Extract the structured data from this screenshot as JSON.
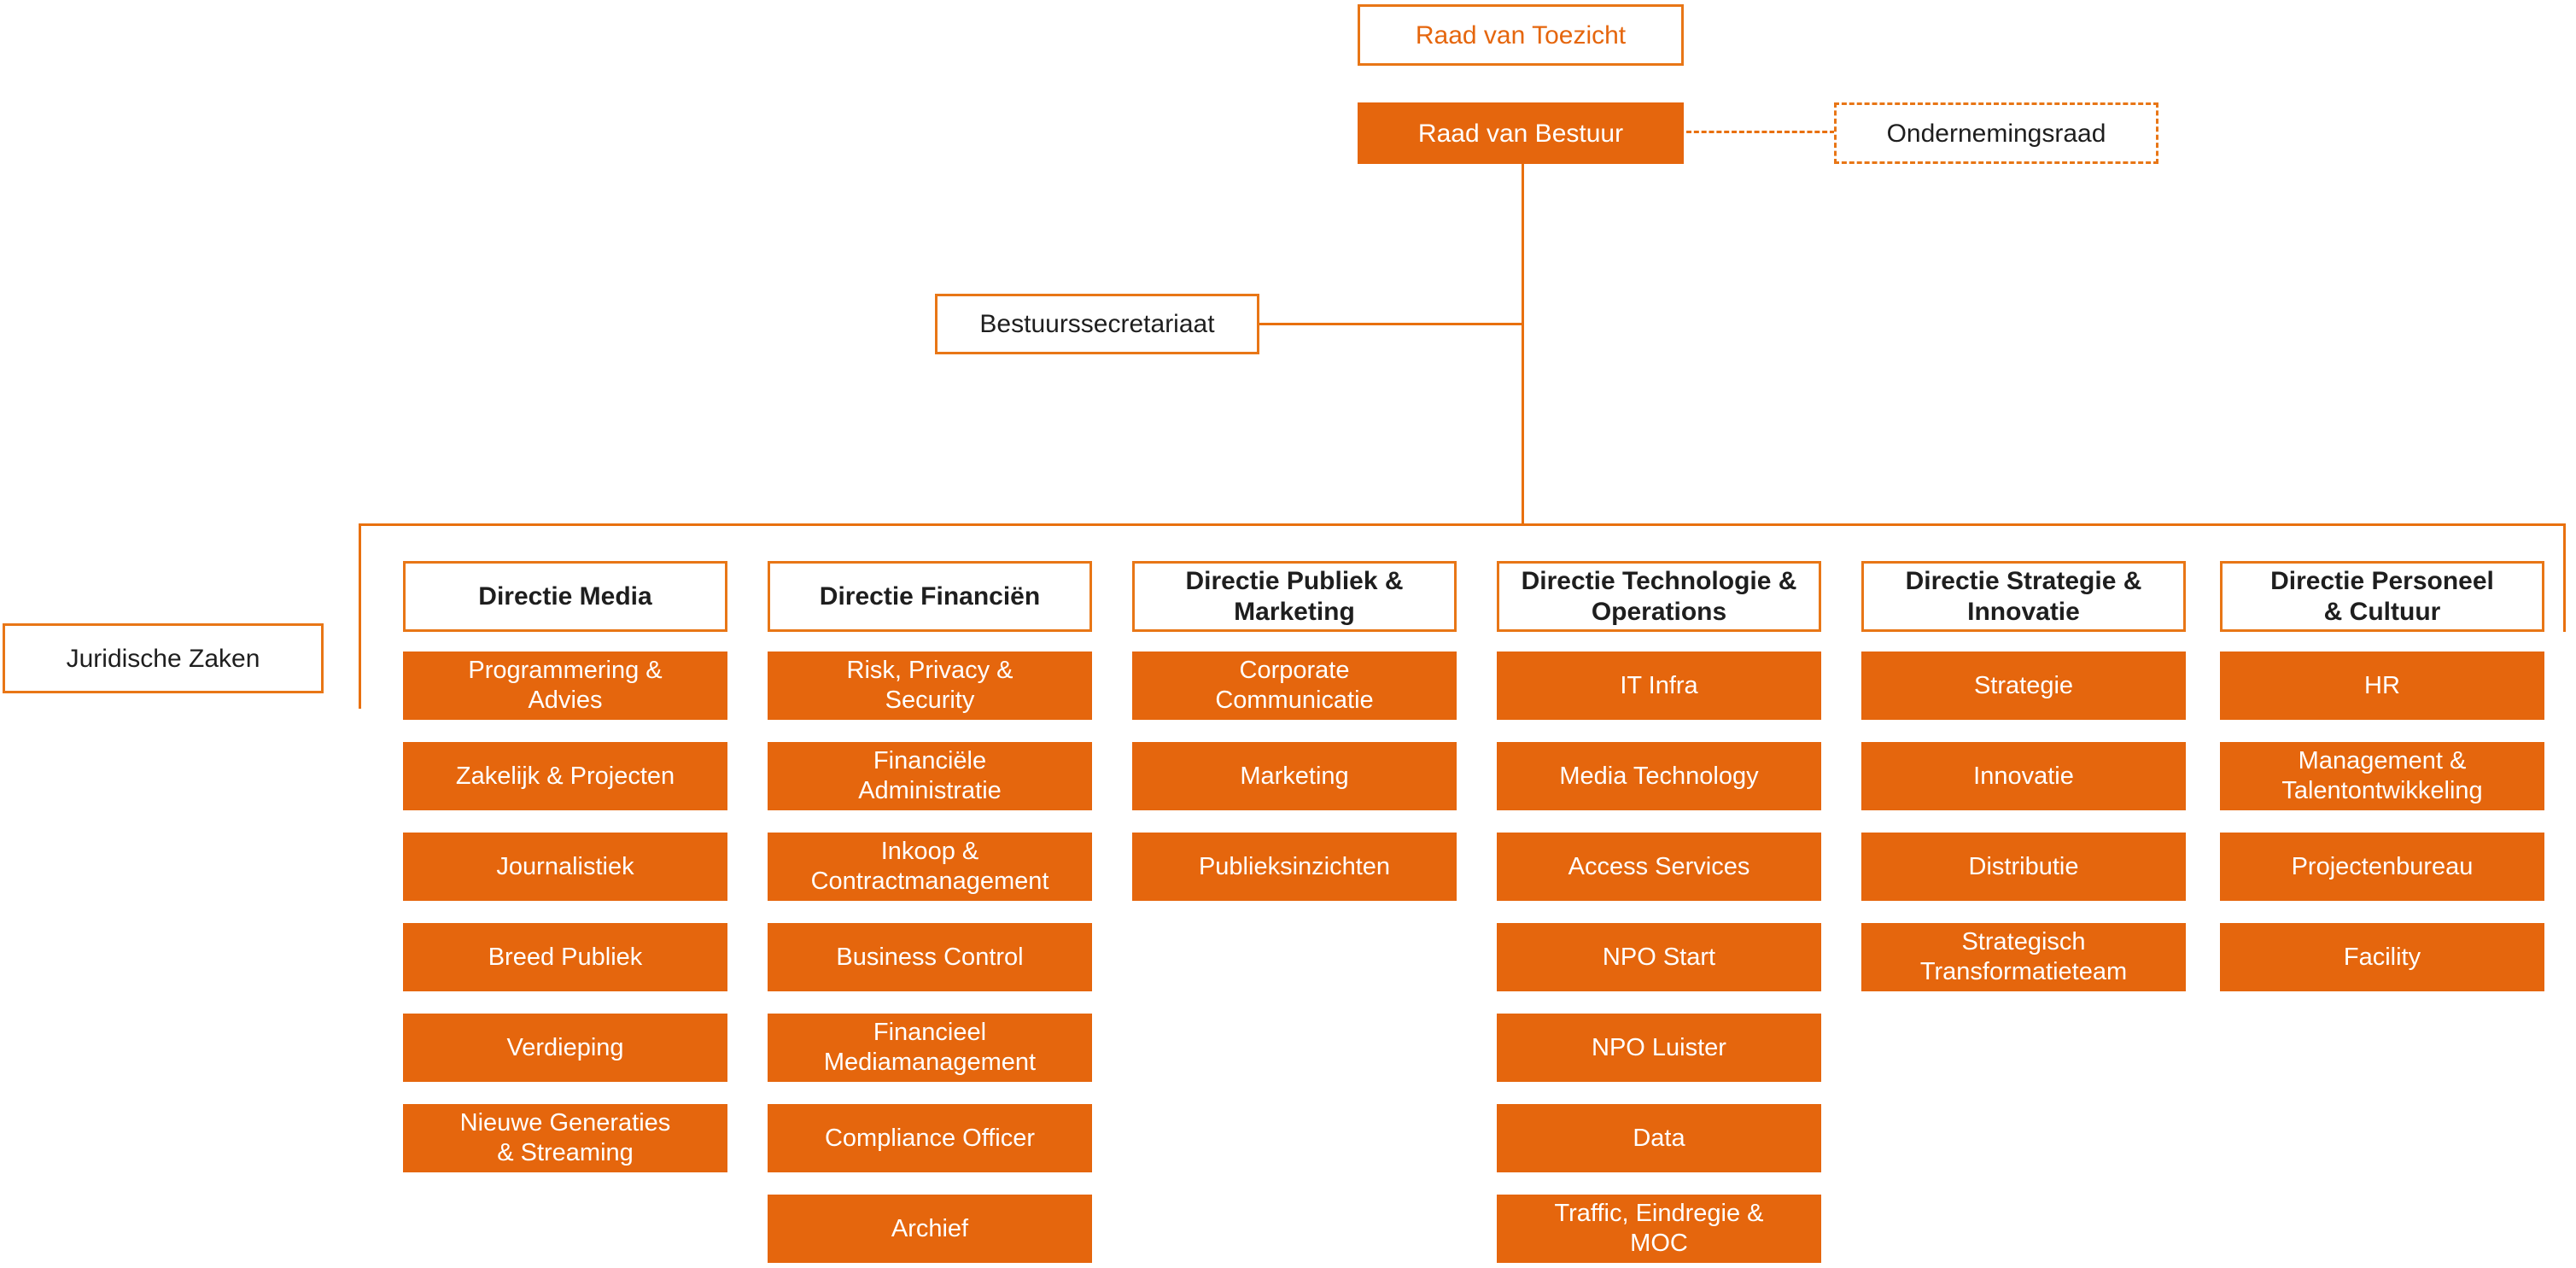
{
  "colors": {
    "orange_fill": "#E5660D",
    "orange_border": "#E87616",
    "orange_line": "#E8700E",
    "dark_text": "#1E1E1E",
    "white_text": "#FFFFFF"
  },
  "top": {
    "raad_van_toezicht": "Raad van Toezicht",
    "raad_van_bestuur": "Raad van Bestuur",
    "ondernemingsraad": "Ondernemingsraad"
  },
  "staff": {
    "bestuurssecretariaat": "Bestuurssecretariaat",
    "juridische_zaken": "Juridische Zaken"
  },
  "columns": [
    {
      "title": "Directie Media",
      "items": [
        "Programmering &\nAdvies",
        "Zakelijk & Projecten",
        "Journalistiek",
        "Breed Publiek",
        "Verdieping",
        "Nieuwe Generaties\n& Streaming"
      ]
    },
    {
      "title": "Directie Financiën",
      "items": [
        "Risk, Privacy &\nSecurity",
        "Financiële\nAdministratie",
        "Inkoop &\nContractmanagement",
        "Business Control",
        "Financieel\nMediamanagement",
        "Compliance Officer",
        "Archief"
      ]
    },
    {
      "title": "Directie Publiek &\nMarketing",
      "items": [
        "Corporate\nCommunicatie",
        "Marketing",
        "Publieksinzichten"
      ]
    },
    {
      "title": "Directie Technologie &\nOperations",
      "items": [
        "IT Infra",
        "Media Technology",
        "Access Services",
        "NPO Start",
        "NPO Luister",
        "Data",
        "Traffic, Eindregie &\nMOC"
      ]
    },
    {
      "title": "Directie Strategie &\nInnovatie",
      "items": [
        "Strategie",
        "Innovatie",
        "Distributie",
        "Strategisch\nTransformatieteam"
      ]
    },
    {
      "title": "Directie Personeel\n& Cultuur",
      "items": [
        "HR",
        "Management &\nTalentontwikkeling",
        "Projectenbureau",
        "Facility"
      ]
    }
  ]
}
